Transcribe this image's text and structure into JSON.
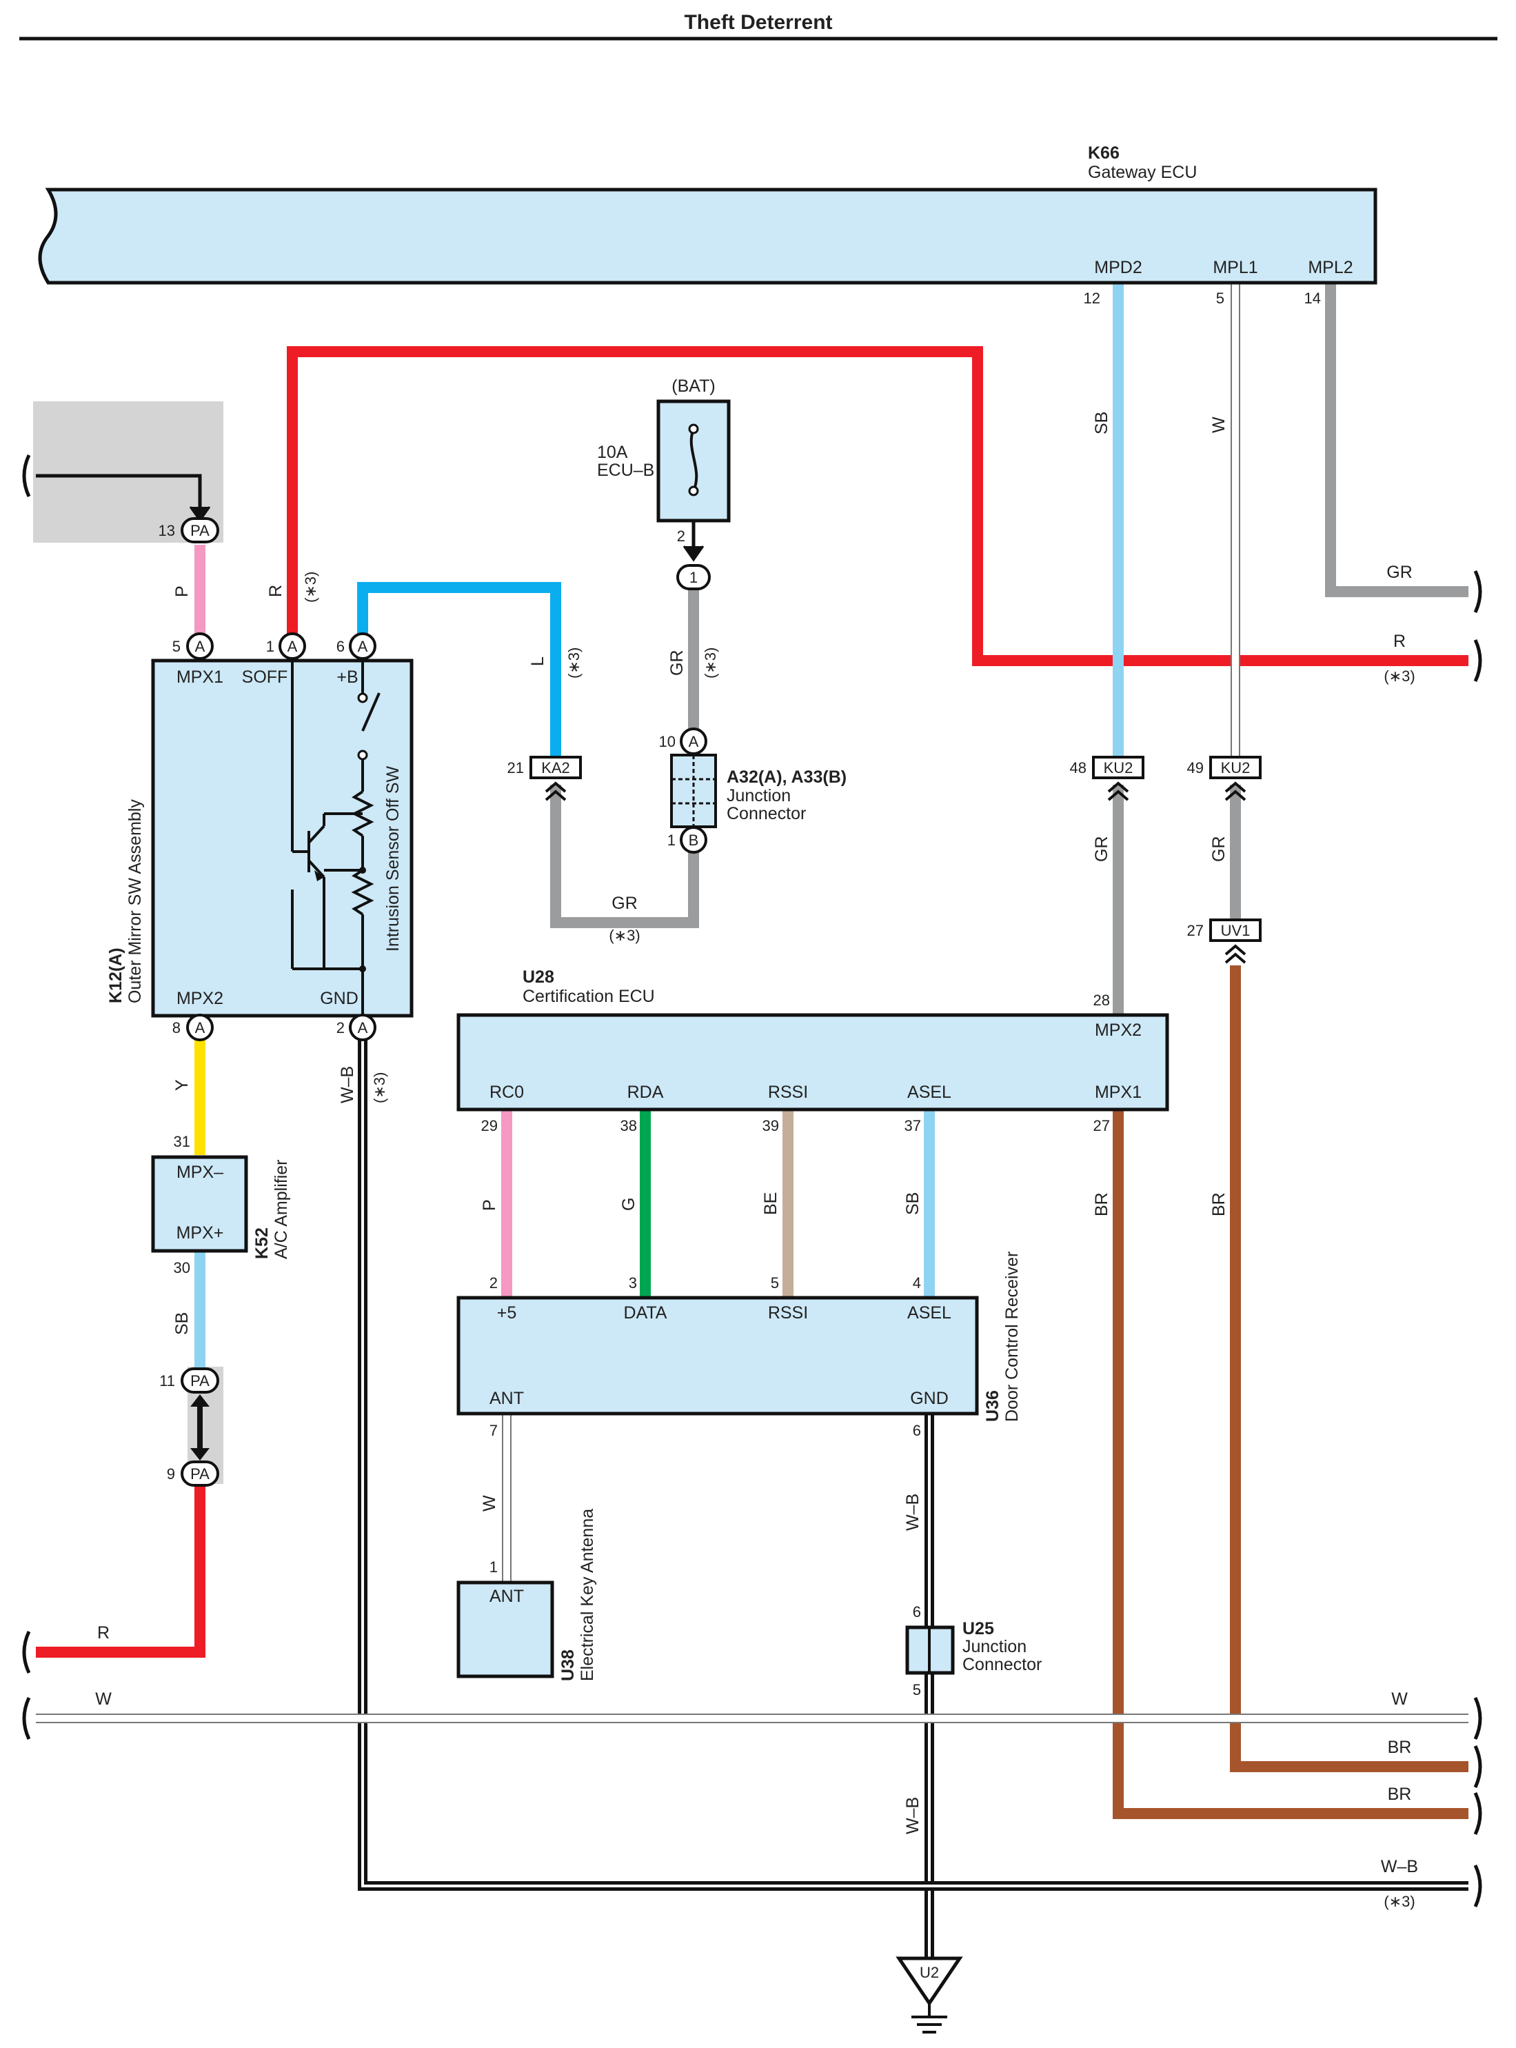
{
  "title": "Theft Deterrent",
  "colors": {
    "box_fill": "#cde8f6",
    "red": "#ee1c25",
    "pink": "#f598c2",
    "blue_L": "#0aaeef",
    "sky_SB": "#8fd3f3",
    "gray_GR": "#9b9c9e",
    "yellow_Y": "#ffe100",
    "green_G": "#00a551",
    "beige_BE": "#c4ae99",
    "brown_BR": "#a6542b",
    "shade": "#d4d4d5"
  },
  "components": {
    "gateway_ecu": {
      "code": "K66",
      "name": "Gateway ECU",
      "pins": {
        "mpd2": "MPD2",
        "mpl1": "MPL1",
        "mpl2": "MPL2"
      }
    },
    "fuse": {
      "source": "(BAT)",
      "rating": "10A",
      "name": "ECU–B"
    },
    "outer_mirror": {
      "code": "K12(A)",
      "name": "Outer Mirror SW Assembly",
      "inner": "Intrusion Sensor Off SW",
      "pins": {
        "mpx1": "MPX1",
        "soff": "SOFF",
        "b": "+B",
        "mpx2": "MPX2",
        "gnd": "GND"
      }
    },
    "junction_a32": {
      "code": "A32(A), A33(B)",
      "line1": "Junction",
      "line2": "Connector"
    },
    "certification_ecu": {
      "code": "U28",
      "name": "Certification ECU",
      "pins": {
        "mpx2": "MPX2",
        "rc0": "RC0",
        "rda": "RDA",
        "rssi": "RSSI",
        "asel": "ASEL",
        "mpx1": "MPX1"
      }
    },
    "ac_amp": {
      "code": "K52",
      "name": "A/C Amplifier",
      "pins": {
        "mpx_minus": "MPX–",
        "mpx_plus": "MPX+"
      }
    },
    "door_receiver": {
      "code": "U36",
      "name": "Door Control Receiver",
      "pins": {
        "p5": "+5",
        "data": "DATA",
        "rssi": "RSSI",
        "asel": "ASEL",
        "ant": "ANT",
        "gnd": "GND"
      }
    },
    "key_antenna": {
      "code": "U38",
      "name": "Electrical Key Antenna",
      "pin": "ANT"
    },
    "junction_u25": {
      "code": "U25",
      "line1": "Junction",
      "line2": "Connector"
    },
    "ground": {
      "code": "U2"
    }
  },
  "connectors": {
    "pa": "PA",
    "a": "A",
    "b": "B",
    "one": "1",
    "ka2": "KA2",
    "ku2": "KU2",
    "uv1": "UV1"
  },
  "pin_numbers": {
    "mpd2": "12",
    "mpl1": "5",
    "mpl2": "14",
    "pa13": "13",
    "k12_5": "5",
    "k12_1": "1",
    "k12_6": "6",
    "k12_8": "8",
    "k12_2": "2",
    "fuse_2": "2",
    "a32_10": "10",
    "a32_1": "1",
    "ka2_21": "21",
    "ku2_48": "48",
    "ku2_49": "49",
    "uv1_27": "27",
    "u28_28": "28",
    "u28_29": "29",
    "u28_38": "38",
    "u28_39": "39",
    "u28_37": "37",
    "u28_27": "27",
    "k52_31": "31",
    "k52_30": "30",
    "pa11": "11",
    "pa9": "9",
    "u36_2": "2",
    "u36_3": "3",
    "u36_5": "5",
    "u36_4": "4",
    "u36_7": "7",
    "u36_6": "6",
    "u38_1": "1",
    "u25_6": "6",
    "u25_5": "5"
  },
  "wire_colors": {
    "P": "P",
    "R": "R",
    "L": "L",
    "GR": "GR",
    "SB": "SB",
    "W": "W",
    "Y": "Y",
    "WB": "W–B",
    "G": "G",
    "BE": "BE",
    "BR": "BR"
  },
  "notes": {
    "star3": "(∗3)"
  }
}
